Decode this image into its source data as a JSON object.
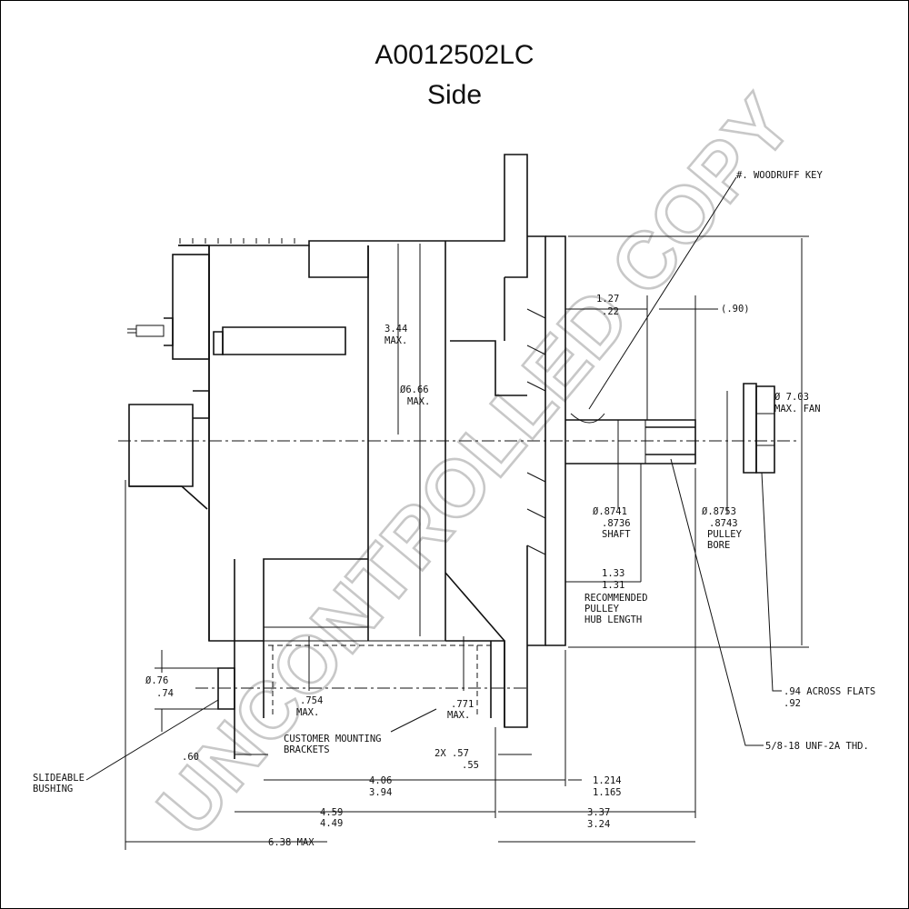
{
  "title": "A0012502LC",
  "subtitle": "Side",
  "watermark": "UNCONTROLLED COPY",
  "labels": {
    "woodruff_key": "#. WOODRUFF KEY",
    "dim_127": "1.27",
    "dim_122": ".22",
    "dim_090": "(.90)",
    "dim_344": "3.44",
    "dim_344_max": "MAX.",
    "dim_666": "Ø6.66",
    "dim_666_max": "MAX.",
    "dim_703": "Ø 7.03",
    "dim_703_fan": "MAX. FAN",
    "shaft_1": "Ø.8741",
    "shaft_2": ".8736",
    "shaft_3": "SHAFT",
    "bore_1": "Ø.8753",
    "bore_2": ".8743",
    "bore_3": "PULLEY",
    "bore_4": "BORE",
    "hub_1": "1.33",
    "hub_2": "1.31",
    "hub_3": "RECOMMENDED",
    "hub_4": "PULLEY",
    "hub_5": "HUB LENGTH",
    "flats_1": ".94 ACROSS FLATS",
    "flats_2": ".92",
    "thread": "5/8-18 UNF-2A THD.",
    "bush_dia_1": "Ø.76",
    "bush_dia_2": ".74",
    "dim_754": ".754",
    "dim_754_max": "MAX.",
    "dim_771": ".771",
    "dim_771_max": "MAX.",
    "brackets_1": "CUSTOMER MOUNTING",
    "brackets_2": "BRACKETS",
    "dim_57": "2X  .57",
    "dim_55": ".55",
    "dim_60": ".60",
    "bushing_1": "SLIDEABLE",
    "bushing_2": "BUSHING",
    "dim_406": "4.06",
    "dim_394": "3.94",
    "dim_1214": "1.214",
    "dim_1165": "1.165",
    "dim_459": "4.59",
    "dim_449": "4.49",
    "dim_337": "3.37",
    "dim_324": "3.24",
    "dim_638": "6.38 MAX"
  }
}
